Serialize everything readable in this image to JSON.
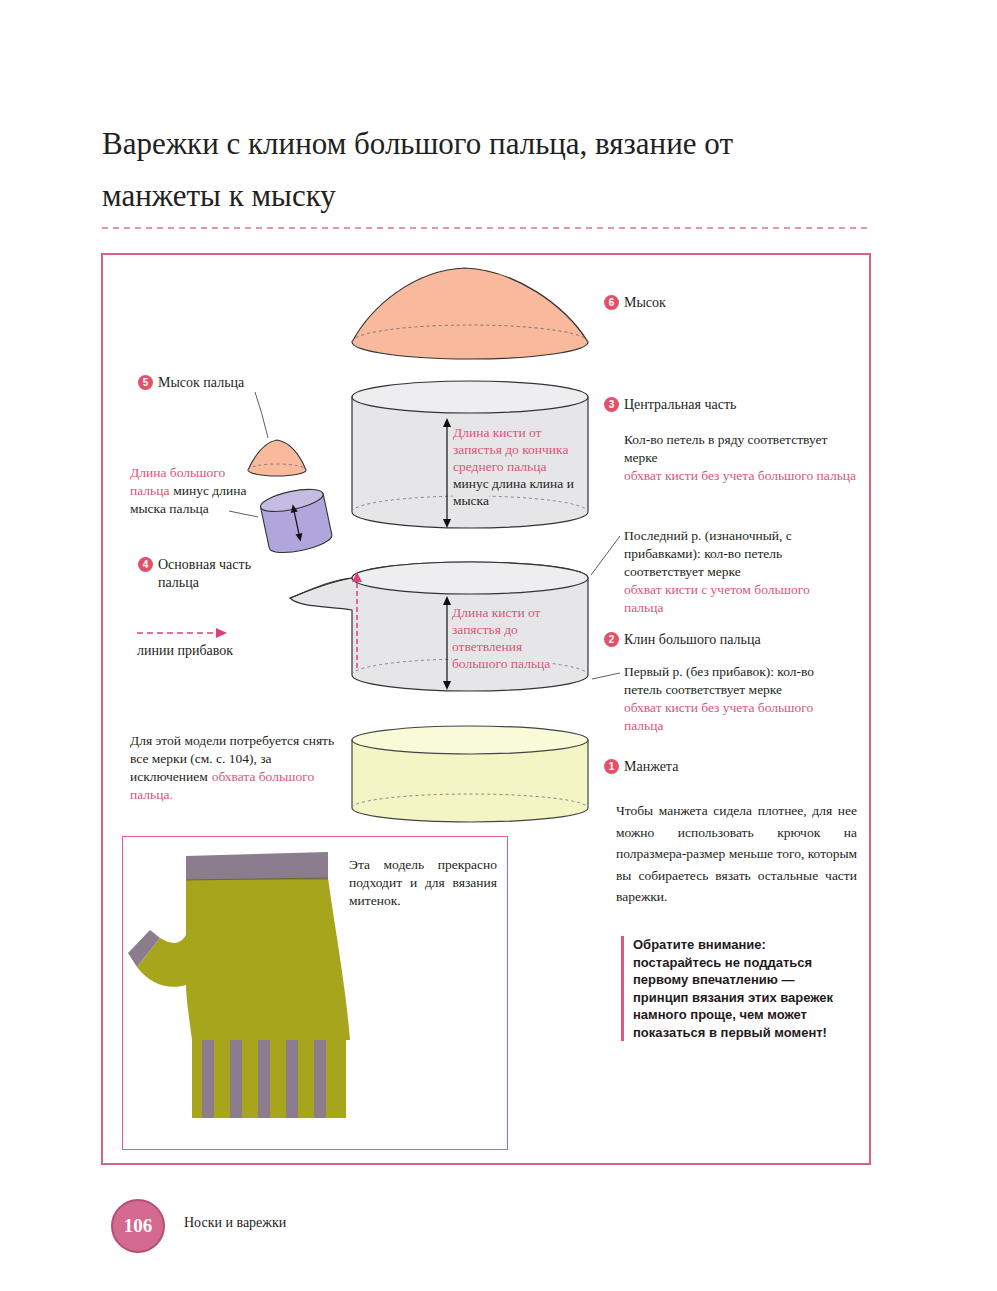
{
  "diagram": {
    "title": "Варежки с клином большого пальца, вязание от манжеты к мыску",
    "nodes": [
      {
        "text": [
          "Длина кисти от запястья до кончика среднего пальца",
          "минус длина клина и мыска"
        ]
      },
      {
        "text": [
          "Длина кисти от запястья до ответвления большого пальца"
        ]
      },
      {
        "text": [
          "Эта модель прекрасно подходит и для вязания митенок."
        ]
      }
    ],
    "labels": [
      "6",
      "Мысок",
      "5",
      "Мысок пальца",
      "3",
      "Центральная часть",
      "Кол-во петель в ряду соответствует мерке",
      "обхват кисти без учета большого пальца",
      "Длина большого пальца",
      "минус длина мыска пальца",
      "4",
      "Основная часть пальца",
      "Последний р. (изнаночный, с прибавками): кол-во петель соответствует мерке",
      "обхват кисти с учетом большого пальца",
      "2",
      "Клин большого пальца",
      "Первый р. (без прибавок): кол-во петель соответствует мерке",
      "обхват кисти без учета большого пальца",
      "Для этой модели потребуется снять все мерки (см. с. 104), за исключением",
      "обхвата большого пальца.",
      "1",
      "Манжета",
      "Чтобы манжета сидела плотнее, для нее можно использовать крючок на полразмера-размер меньше того, которым вы собираетесь вязать остальные части варежки.",
      "Обратите внимание:",
      "постарайтесь не поддаться первому впечатлению — принцип вязания этих варежек намного проще, чем может показаться в первый момент!",
      "106",
      "Носки и варежки"
    ],
    "legend": [
      {
        "text": "линии прибавок"
      }
    ]
  }
}
